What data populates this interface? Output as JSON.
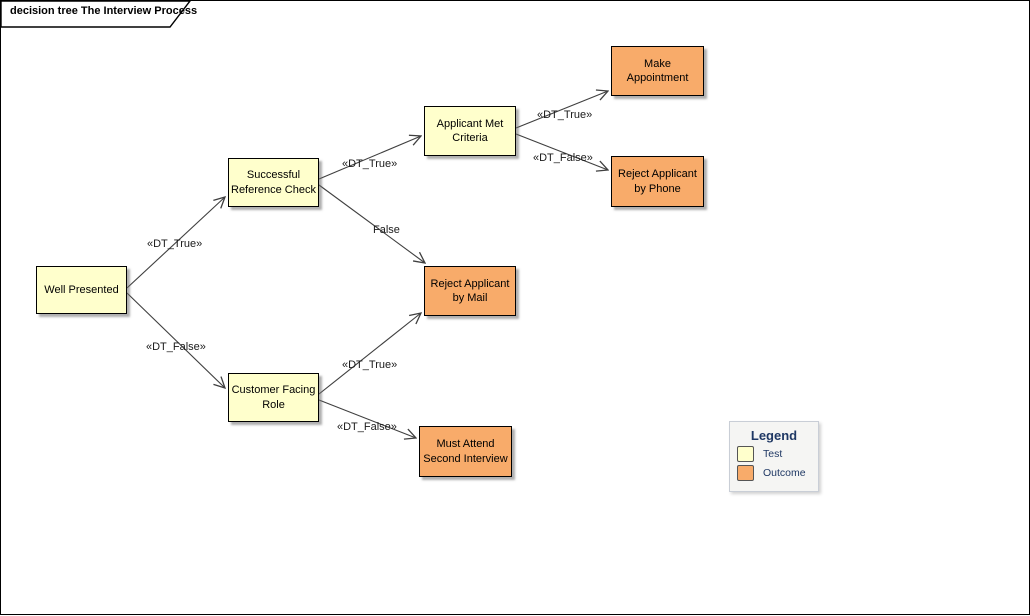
{
  "frame": {
    "title": "decision tree The Interview Process"
  },
  "nodes": [
    {
      "label": "Well Presented",
      "type": "test"
    },
    {
      "label": "Successful Reference Check",
      "type": "test"
    },
    {
      "label": "Applicant Met Criteria",
      "type": "test"
    },
    {
      "label": "Make Appointment",
      "type": "outcome"
    },
    {
      "label": "Reject Applicant by Phone",
      "type": "outcome"
    },
    {
      "label": "Reject Applicant by Mail",
      "type": "outcome"
    },
    {
      "label": "Customer Facing Role",
      "type": "test"
    },
    {
      "label": "Must Attend Second Interview",
      "type": "outcome"
    }
  ],
  "edges": [
    {
      "from": "Well Presented",
      "to": "Successful Reference Check",
      "label": "«DT_True»"
    },
    {
      "from": "Well Presented",
      "to": "Customer Facing Role",
      "label": "«DT_False»"
    },
    {
      "from": "Successful Reference Check",
      "to": "Applicant Met Criteria",
      "label": "«DT_True»"
    },
    {
      "from": "Successful Reference Check",
      "to": "Reject Applicant by Mail",
      "label": "False"
    },
    {
      "from": "Applicant Met Criteria",
      "to": "Make Appointment",
      "label": "«DT_True»"
    },
    {
      "from": "Applicant Met Criteria",
      "to": "Reject Applicant by Phone",
      "label": "«DT_False»"
    },
    {
      "from": "Customer Facing Role",
      "to": "Reject Applicant by Mail",
      "label": "«DT_True»"
    },
    {
      "from": "Customer Facing Role",
      "to": "Must Attend Second Interview",
      "label": "«DT_False»"
    }
  ],
  "legend": {
    "title": "Legend",
    "items": [
      {
        "label": "Test",
        "color": "#FFFFCC"
      },
      {
        "label": "Outcome",
        "color": "#F8AB6A"
      }
    ]
  },
  "colors": {
    "test_fill": "#FFFFCC",
    "outcome_fill": "#F8AB6A",
    "node_border": "#000000",
    "edge_line": "#3F3F3F",
    "legend_text": "#1F3864",
    "frame_border": "#000000"
  }
}
